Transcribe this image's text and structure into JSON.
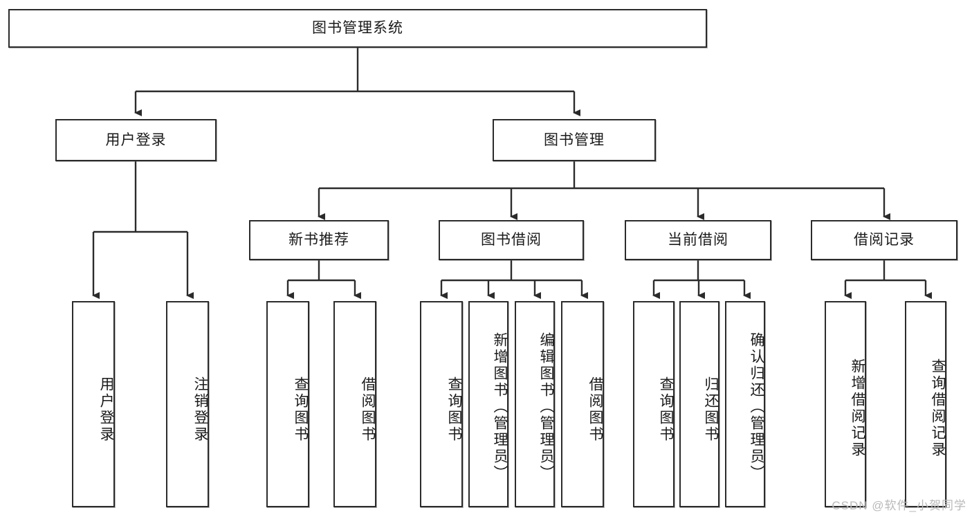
{
  "diagram": {
    "title": "图书管理系统",
    "type": "tree",
    "watermark": "CSDN @软件_小贺同学",
    "colors": {
      "stroke": "#2b2b2b",
      "fill": "#ffffff",
      "text": "#1a1a1a",
      "watermark": "#b9b9b9"
    },
    "levels": {
      "root": {
        "label": "图书管理系统"
      },
      "level2": [
        {
          "id": "user-login",
          "label": "用户登录"
        },
        {
          "id": "book-manage",
          "label": "图书管理"
        }
      ],
      "level3": [
        {
          "id": "new-book-rec",
          "label": "新书推荐",
          "parent": "book-manage"
        },
        {
          "id": "book-borrow",
          "label": "图书借阅",
          "parent": "book-manage"
        },
        {
          "id": "current-borrow",
          "label": "当前借阅",
          "parent": "book-manage"
        },
        {
          "id": "borrow-record",
          "label": "借阅记录",
          "parent": "book-manage"
        }
      ],
      "leaves": [
        {
          "id": "leaf-user-login",
          "label": "用户登录",
          "parent": "user-login"
        },
        {
          "id": "leaf-user-logout",
          "label": "注销登录",
          "parent": "user-login"
        },
        {
          "id": "leaf-query-book-1",
          "label": "查询图书",
          "parent": "new-book-rec"
        },
        {
          "id": "leaf-borrow-book-1",
          "label": "借阅图书",
          "parent": "new-book-rec"
        },
        {
          "id": "leaf-query-book-2",
          "label": "查询图书",
          "parent": "book-borrow"
        },
        {
          "id": "leaf-add-book",
          "label": "新增图书（管理员）",
          "parent": "book-borrow"
        },
        {
          "id": "leaf-edit-book",
          "label": "编辑图书（管理员）",
          "parent": "book-borrow"
        },
        {
          "id": "leaf-borrow-book-2",
          "label": "借阅图书",
          "parent": "book-borrow"
        },
        {
          "id": "leaf-query-book-3",
          "label": "查询图书",
          "parent": "current-borrow"
        },
        {
          "id": "leaf-return-book",
          "label": "归还图书",
          "parent": "current-borrow"
        },
        {
          "id": "leaf-confirm-return",
          "label": "确认归还（管理员）",
          "parent": "current-borrow"
        },
        {
          "id": "leaf-add-record",
          "label": "新增借阅记录",
          "parent": "borrow-record"
        },
        {
          "id": "leaf-query-record",
          "label": "查询借阅记录",
          "parent": "borrow-record"
        }
      ]
    }
  }
}
